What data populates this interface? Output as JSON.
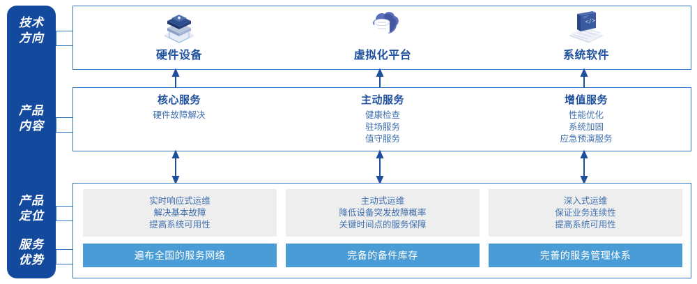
{
  "rail": {
    "labels": [
      {
        "id": "tech-direction",
        "text": "技术\n方向"
      },
      {
        "id": "product-content",
        "text": "产品\n内容"
      },
      {
        "id": "product-positioning",
        "text": "产品\n定位"
      },
      {
        "id": "service-advantage",
        "text": "服务\n优势"
      }
    ]
  },
  "tech_row": {
    "items": [
      {
        "label": "硬件设备",
        "icon": "server-stack-icon"
      },
      {
        "label": "虚拟化平台",
        "icon": "cloud-database-icon"
      },
      {
        "label": "系统软件",
        "icon": "laptop-code-icon"
      }
    ]
  },
  "content_row": {
    "columns": [
      {
        "title": "核心服务",
        "items": [
          "硬件故障解决"
        ]
      },
      {
        "title": "主动服务",
        "items": [
          "健康检查",
          "驻场服务",
          "值守服务"
        ]
      },
      {
        "title": "增值服务",
        "items": [
          "性能优化",
          "系统加固",
          "应急预演服务"
        ]
      }
    ]
  },
  "positioning_row": {
    "cards": [
      {
        "lines": [
          "实时响应式运维",
          "解决基本故障",
          "提高系统可用性"
        ]
      },
      {
        "lines": [
          "主动式运维",
          "降低设备突发故障概率",
          "关键时间点的服务保障"
        ]
      },
      {
        "lines": [
          "深入式运维",
          "保证业务连续性",
          "提高系统可用性"
        ]
      }
    ]
  },
  "advantage_row": {
    "cards": [
      {
        "text": "遍布全国的服务网络"
      },
      {
        "text": "完备的备件库存"
      },
      {
        "text": "完善的服务管理体系"
      }
    ]
  },
  "colors": {
    "rail_blue": "#134a9e",
    "border_blue": "#2f72bd",
    "title_blue": "#1d4f9c",
    "body_blue": "#3f6fae",
    "advantage_blue": "#4a9cd6",
    "card_gray": "#eeeeee",
    "arrow_blue": "#1f4e9c"
  }
}
